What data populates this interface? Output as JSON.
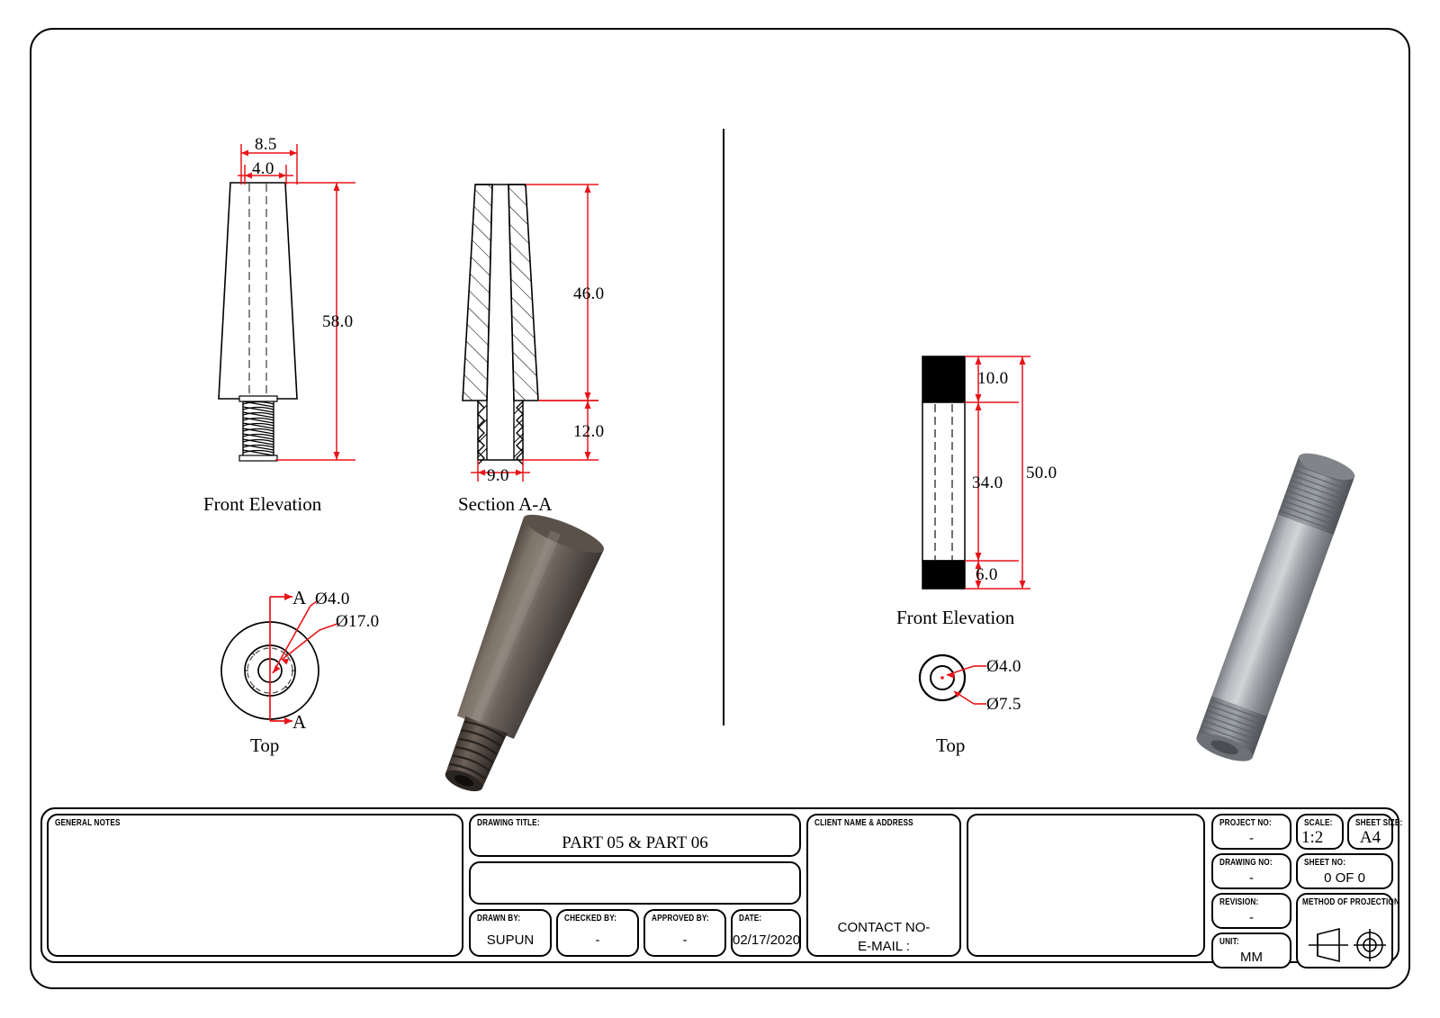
{
  "sheet": {
    "title": "PART 05 & PART 06",
    "units": "MM"
  },
  "views": {
    "left_part": {
      "front_elevation_label": "Front Elevation",
      "section_label": "Section A-A",
      "top_label": "Top",
      "section_marker_top": "A",
      "section_marker_bottom": "A"
    },
    "right_part": {
      "front_elevation_label": "Front Elevation",
      "top_label": "Top"
    }
  },
  "dimensions": {
    "left_front": {
      "top_outer_width": "8.5",
      "top_inner_width": "4.0",
      "overall_height": "58.0"
    },
    "left_section": {
      "body_height": "46.0",
      "thread_height": "12.0",
      "thread_width": "9.0"
    },
    "left_top": {
      "bore_dia": "Ø4.0",
      "outer_dia": "Ø17.0"
    },
    "right_front": {
      "top_thread": "10.0",
      "middle": "34.0",
      "overall": "50.0",
      "bottom_thread": "6.0"
    },
    "right_top": {
      "bore_dia": "Ø4.0",
      "outer_dia": "Ø7.5"
    }
  },
  "title_block": {
    "general_notes": {
      "header": "GENERAL NOTES",
      "value": ""
    },
    "drawing_title": {
      "header": "DRAWING TITLE:",
      "value": "PART 05 & PART 06"
    },
    "blank_row": {
      "header": "",
      "value": ""
    },
    "drawn_by": {
      "header": "DRAWN BY:",
      "value": "SUPUN"
    },
    "checked_by": {
      "header": "CHECKED BY:",
      "value": "-"
    },
    "approved_by": {
      "header": "APPROVED BY:",
      "value": "-"
    },
    "date": {
      "header": "DATE:",
      "value": "02/17/2020"
    },
    "client": {
      "header": "CLIENT NAME & ADDRESS",
      "contact": "CONTACT NO-",
      "email": "E-MAIL :"
    },
    "spare": {
      "header": "",
      "value": ""
    },
    "project_no": {
      "header": "PROJECT NO:",
      "value": "-"
    },
    "drawing_no": {
      "header": "DRAWING NO:",
      "value": "-"
    },
    "revision": {
      "header": "REVISION:",
      "value": "-"
    },
    "unit": {
      "header": "UNIT:",
      "value": "MM"
    },
    "scale": {
      "header": "SCALE:",
      "value": "1:2"
    },
    "sheet_size": {
      "header": "SHEET SIZE:",
      "value": "A4"
    },
    "sheet_no": {
      "header": "SHEET NO:",
      "value": "0 OF 0"
    },
    "method_of_projection": {
      "header": "METHOD OF PROJECTION",
      "value": ""
    }
  },
  "colors": {
    "dimension_red": "#e8141a",
    "line_black": "#000000",
    "part05_render": "#6b6157",
    "part06_render": "#9a9a9a"
  }
}
